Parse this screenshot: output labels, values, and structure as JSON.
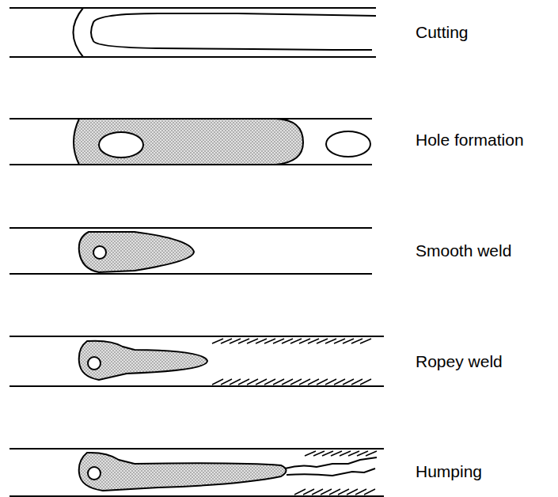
{
  "diagram": {
    "labels": [
      "Cutting",
      "Hole formation",
      "Smooth weld",
      "Ropey weld",
      "Humping"
    ]
  }
}
